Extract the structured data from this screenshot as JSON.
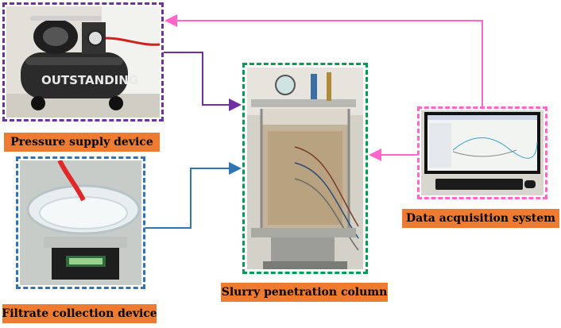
{
  "labels": {
    "pressure": "Pressure supply device",
    "filtrate": "Filtrate collection device",
    "column": "Slurry penetration column",
    "daq": "Data acquisition system"
  },
  "brand_text": "OUTSTANDING",
  "colors": {
    "pressure_frame": "#7030a0",
    "filtrate_frame": "#2e75b6",
    "column_frame": "#00a050",
    "daq_frame": "#ff66cc",
    "label_bg": "#ee7b30",
    "arrow_pressure": "#7030a0",
    "arrow_filtrate": "#2e75b6",
    "arrow_daq": "#ff66cc"
  }
}
